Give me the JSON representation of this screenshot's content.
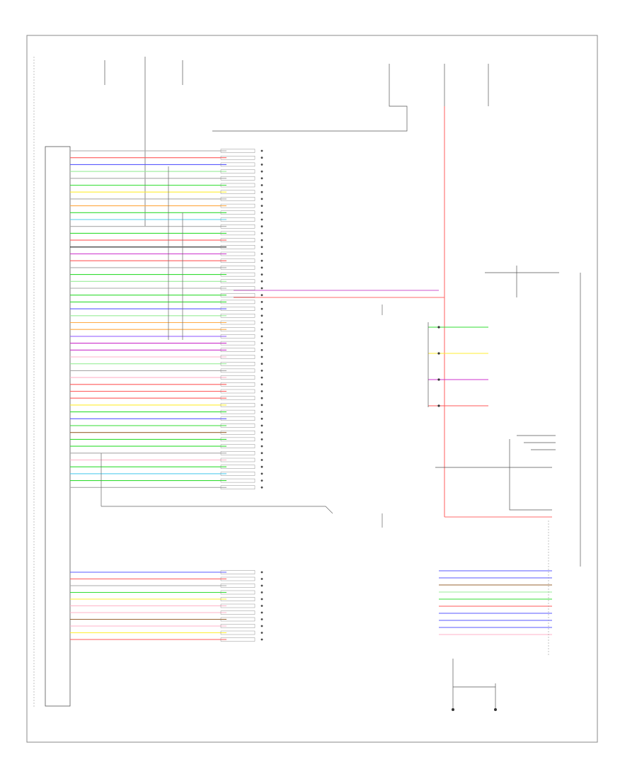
{
  "diagram": {
    "footer_left": "",
    "footer_right": "",
    "left_module_label": "",
    "top_labels": [],
    "wire_colors": {
      "red": "#ff5a5a",
      "pink": "#ffb3c8",
      "green": "#33dd33",
      "yellow": "#ffee33",
      "blue": "#5a5aff",
      "purple": "#cc33cc",
      "orange": "#ffaa44",
      "brown": "#996633",
      "gray": "#aaaaaa",
      "black": "#222222",
      "lightblue": "#55ccee",
      "lightgreen": "#99ee99",
      "violet": "#9966ff"
    },
    "left_wires": [
      {
        "color": "gray",
        "code": ""
      },
      {
        "color": "red",
        "code": ""
      },
      {
        "color": "blue",
        "code": ""
      },
      {
        "color": "lightgreen",
        "code": ""
      },
      {
        "color": "gray",
        "code": ""
      },
      {
        "color": "green",
        "code": ""
      },
      {
        "color": "yellow",
        "code": ""
      },
      {
        "color": "gray",
        "code": ""
      },
      {
        "color": "orange",
        "code": ""
      },
      {
        "color": "green",
        "code": ""
      },
      {
        "color": "lightblue",
        "code": ""
      },
      {
        "color": "gray",
        "code": ""
      },
      {
        "color": "green",
        "code": ""
      },
      {
        "color": "red",
        "code": ""
      },
      {
        "color": "black",
        "code": ""
      },
      {
        "color": "purple",
        "code": ""
      },
      {
        "color": "red",
        "code": ""
      },
      {
        "color": "gray",
        "code": ""
      },
      {
        "color": "green",
        "code": ""
      },
      {
        "color": "lightgreen",
        "code": ""
      },
      {
        "color": "gray",
        "code": ""
      },
      {
        "color": "green",
        "code": ""
      },
      {
        "color": "green",
        "code": ""
      },
      {
        "color": "blue",
        "code": ""
      },
      {
        "color": "lightgreen",
        "code": ""
      },
      {
        "color": "orange",
        "code": ""
      },
      {
        "color": "orange",
        "code": ""
      },
      {
        "color": "violet",
        "code": ""
      },
      {
        "color": "purple",
        "code": ""
      },
      {
        "color": "purple",
        "code": ""
      },
      {
        "color": "pink",
        "code": ""
      },
      {
        "color": "lightgreen",
        "code": ""
      },
      {
        "color": "gray",
        "code": ""
      },
      {
        "color": "pink",
        "code": ""
      },
      {
        "color": "red",
        "code": ""
      },
      {
        "color": "red",
        "code": ""
      },
      {
        "color": "red",
        "code": ""
      },
      {
        "color": "yellow",
        "code": ""
      },
      {
        "color": "green",
        "code": ""
      },
      {
        "color": "blue",
        "code": ""
      },
      {
        "color": "green",
        "code": ""
      },
      {
        "color": "brown",
        "code": ""
      },
      {
        "color": "green",
        "code": ""
      },
      {
        "color": "green",
        "code": ""
      },
      {
        "color": "gray",
        "code": ""
      },
      {
        "color": "pink",
        "code": ""
      },
      {
        "color": "green",
        "code": ""
      },
      {
        "color": "lightblue",
        "code": ""
      },
      {
        "color": "green",
        "code": ""
      },
      {
        "color": "gray",
        "code": ""
      }
    ],
    "lower_wires": [
      {
        "color": "blue",
        "code": ""
      },
      {
        "color": "red",
        "code": ""
      },
      {
        "color": "gray",
        "code": ""
      },
      {
        "color": "green",
        "code": ""
      },
      {
        "color": "yellow",
        "code": ""
      },
      {
        "color": "pink",
        "code": ""
      },
      {
        "color": "pink",
        "code": ""
      },
      {
        "color": "brown",
        "code": ""
      },
      {
        "color": "pink",
        "code": ""
      },
      {
        "color": "yellow",
        "code": ""
      },
      {
        "color": "red",
        "code": ""
      }
    ],
    "right_bus": [
      {
        "color": "blue",
        "code": ""
      },
      {
        "color": "blue",
        "code": ""
      },
      {
        "color": "brown",
        "code": ""
      },
      {
        "color": "lightgreen",
        "code": ""
      },
      {
        "color": "green",
        "code": ""
      },
      {
        "color": "red",
        "code": ""
      },
      {
        "color": "blue",
        "code": ""
      },
      {
        "color": "blue",
        "code": ""
      },
      {
        "color": "blue",
        "code": ""
      },
      {
        "color": "pink",
        "code": ""
      }
    ],
    "right_branch": [
      {
        "color": "green",
        "code": ""
      },
      {
        "color": "yellow",
        "code": ""
      },
      {
        "color": "purple",
        "code": ""
      },
      {
        "color": "red",
        "code": ""
      }
    ]
  }
}
